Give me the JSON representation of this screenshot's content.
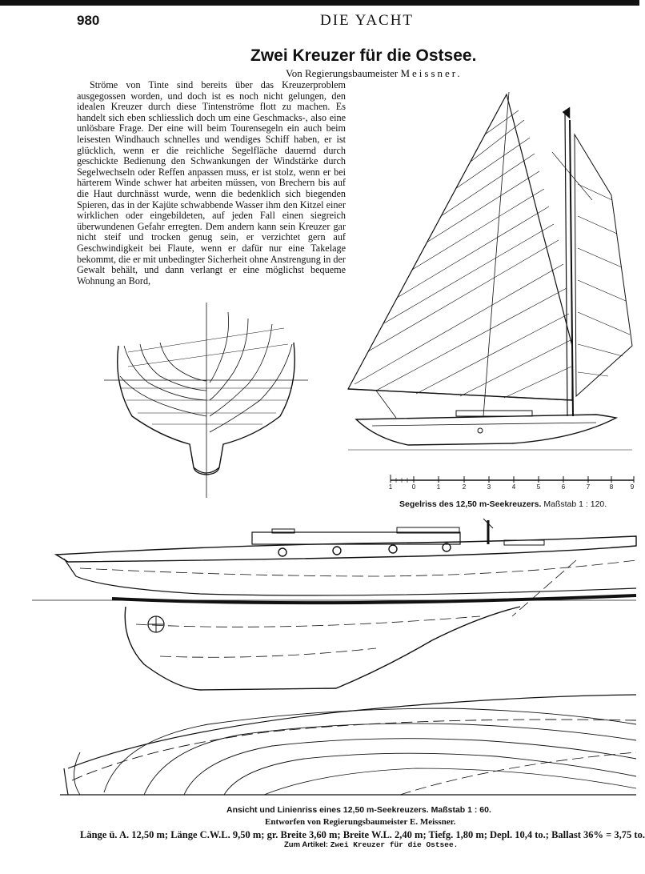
{
  "page": {
    "number": "980",
    "running_head": "DIE YACHT"
  },
  "article": {
    "title": "Zwei Kreuzer für die Ostsee.",
    "byline_prefix": "Von Regierungsbaumeister",
    "byline_name": "Meissner.",
    "body": "Ströme von Tinte sind bereits über das Kreuzerproblem ausgegossen worden, und doch ist es noch nicht gelungen, den idealen Kreuzer durch diese Tintenströme flott zu machen. Es handelt sich eben schliesslich doch um eine Geschmacks-, also eine unlösbare Frage. Der eine will beim Tourensegeln ein auch beim leisesten Windhauch schnelles und wendiges Schiff haben, er ist glücklich, wenn er die reichliche Segelfläche dauernd durch geschickte Bedienung den Schwankungen der Windstärke durch Segelwechseln oder Reffen anpassen muss, er ist stolz, wenn er bei härterem Winde schwer hat arbeiten müssen, von Brechern bis auf die Haut durchnässt wurde, wenn die bedenklich sich biegenden Spieren, das in der Kajüte schwabbende Wasser ihm den Kitzel einer wirklichen oder eingebildeten, auf jeden Fall einen siegreich überwundenen Gefahr erregten. Dem andern kann sein Kreuzer gar nicht steif und trocken genug sein, er verzichtet gern auf Geschwindigkeit bei Flaute, wenn er dafür nur eine Takelage bekommt, die er mit unbedingter Sicherheit ohne Anstrengung in der Gewalt behält, und dann verlangt er eine möglichst bequeme Wohnung an Bord,"
  },
  "figures": {
    "sail_caption": "Segelriss des 12,50 m-Seekreuzers.",
    "sail_scale": "Maßstab 1 : 120.",
    "scale_ticks": [
      "1",
      "0",
      "1",
      "2",
      "3",
      "4",
      "5",
      "6",
      "7",
      "8",
      "9"
    ],
    "lines_caption": "Ansicht und Linienriss eines 12,50 m-Seekreuzers.",
    "lines_scale": "Maßstab 1 : 60.",
    "designer": "Entworfen von Regierungsbaumeister E. Meissner.",
    "specs": "Länge ü. A. 12,50 m; Länge C.W.L. 9,50 m; gr. Breite 3,60 m; Breite W.L. 2,40 m; Tiefg. 1,80 m; Depl. 10,4 to.; Ballast 36% = 3,75 to.",
    "footnote_label": "Zum Artikel:",
    "footnote_title": "Zwei Kreuzer für die Ostsee."
  }
}
